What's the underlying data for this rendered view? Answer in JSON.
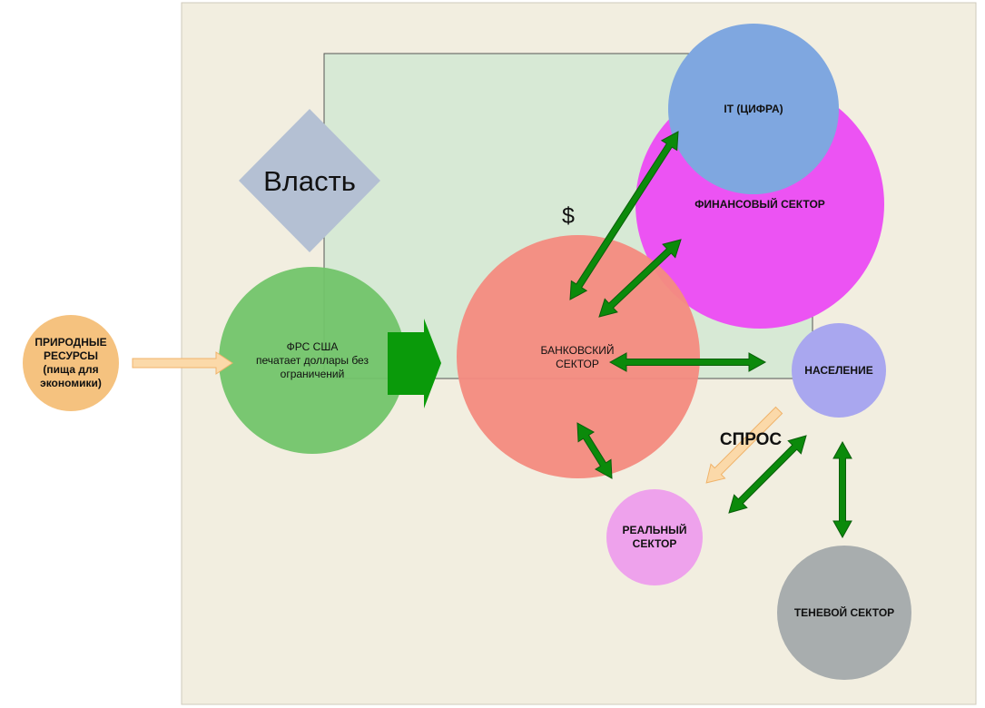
{
  "diagram": {
    "power": "Власть",
    "dollar": "$",
    "natural_resources": "ПРИРОДНЫЕ\nРЕСУРСЫ\n(пища для\nэкономики)",
    "fed": "ФРС США\nпечатает доллары без\nограничений",
    "banking": "БАНКОВСКИЙ\nСЕКТОР",
    "financial": "ФИНАНСОВЫЙ СЕКТОР",
    "it": "IT (ЦИФРА)",
    "population": "НАСЕЛЕНИЕ",
    "demand": "СПРОС",
    "real_sector": "РЕАЛЬНЫЙ\nСЕКТОР",
    "shadow_sector": "ТЕНЕВОЙ СЕКТОР"
  },
  "colors": {
    "background_panel": "#f2eee0",
    "center_rect": "#d5e8d4",
    "power_diamond": "#b4c0d3",
    "natural_resources": "#f5c27f",
    "fed": "#72c46a",
    "banking": "#f48b80",
    "financial": "#ec53f3",
    "it": "#7fa7e0",
    "population": "#a9a7ef",
    "real_sector": "#eea2ec",
    "shadow_sector": "#a8adae",
    "arrow_green": "#0b8a0b",
    "arrow_orange": "#fbd9a9"
  }
}
